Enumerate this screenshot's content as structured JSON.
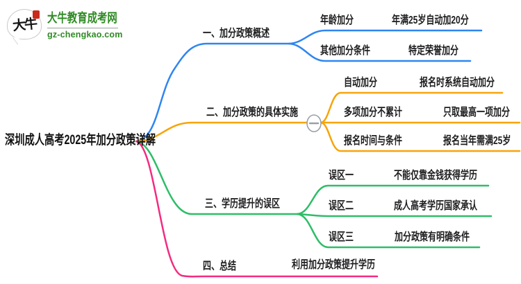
{
  "site": {
    "brand_name": "大牛教育成考网",
    "brand_domain": "gz-chengkao.com",
    "logo_characters": "大牛"
  },
  "colors": {
    "branch1_blue": "#2e86f0",
    "branch2_orange": "#f7a408",
    "branch3_green": "#2ebd68",
    "branch4_pink": "#f42b7f",
    "text": "#1d1d1f",
    "brand_green": "#2e8a23",
    "collapse_button_gray": "#9aa0a6"
  },
  "icons": {
    "collapse_minus": "−"
  },
  "mindmap": {
    "root": "深圳成人高考2025年加分政策详解",
    "branches": [
      {
        "label": "一、加分政策概述",
        "color": "#2e86f0",
        "children": [
          {
            "key": "年龄加分",
            "value": "年满25岁自动加20分"
          },
          {
            "key": "其他加分条件",
            "value": "特定荣誉加分"
          }
        ]
      },
      {
        "label": "二、加分政策的具体实施",
        "color": "#f7a408",
        "children": [
          {
            "key": "自动加分",
            "value": "报名时系统自动加分"
          },
          {
            "key": "多项加分不累计",
            "value": "只取最高一项加分"
          },
          {
            "key": "报名时间与条件",
            "value": "报名当年需满25岁"
          }
        ]
      },
      {
        "label": "三、学历提升的误区",
        "color": "#2ebd68",
        "children": [
          {
            "key": "误区一",
            "value": "不能仅靠金钱获得学历"
          },
          {
            "key": "误区二",
            "value": "成人高考学历国家承认"
          },
          {
            "key": "误区三",
            "value": "加分政策有明确条件"
          }
        ]
      },
      {
        "label": "四、总结",
        "color": "#f42b7f",
        "children": [
          {
            "key": "利用加分政策提升学历",
            "value": ""
          }
        ]
      }
    ]
  }
}
